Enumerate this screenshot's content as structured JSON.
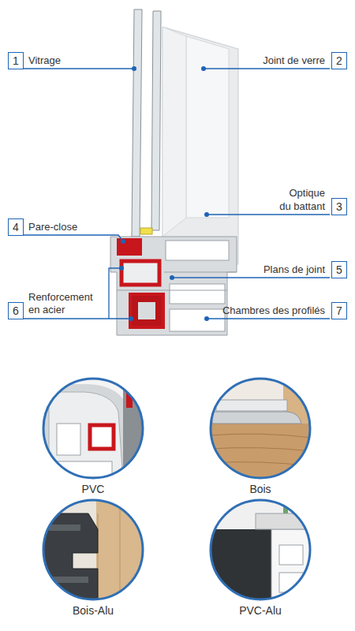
{
  "diagram": {
    "nodes": [
      {
        "text": [
          "1"
        ]
      },
      {
        "text": [
          "2"
        ]
      },
      {
        "text": [
          "3"
        ]
      },
      {
        "text": [
          "4"
        ]
      },
      {
        "text": [
          "5"
        ]
      },
      {
        "text": [
          "6"
        ]
      },
      {
        "text": [
          "7"
        ]
      },
      {
        "text": [
          "PVC"
        ]
      },
      {
        "text": [
          "Bois"
        ]
      },
      {
        "text": [
          "Bois-Alu"
        ]
      },
      {
        "text": [
          "PVC-Alu"
        ]
      }
    ],
    "labels": [
      "Vitrage",
      "Joint de verre",
      "Optique du battant",
      "Pare-close",
      "Plans de joint",
      "Renforcement en acier",
      "Chambres des profilés"
    ]
  }
}
